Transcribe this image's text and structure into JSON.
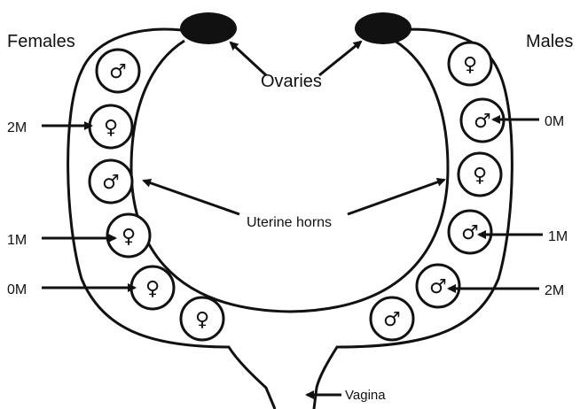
{
  "labels": {
    "females": "Females",
    "males": "Males",
    "ovaries": "Ovaries",
    "uterine_horns": "Uterine horns",
    "vagina": "Vagina"
  },
  "symbols": {
    "male": "♂",
    "female": "♀"
  },
  "left_horn_fetuses": [
    "♂",
    "♀",
    "♂",
    "♀",
    "♀",
    "♀"
  ],
  "right_horn_fetuses": [
    "♀",
    "♂",
    "♀",
    "♂",
    "♂",
    "♂"
  ],
  "left_markers": [
    "2M",
    "1M",
    "0M"
  ],
  "right_markers": [
    "0M",
    "1M",
    "2M"
  ],
  "colors": {
    "ink": "#111111",
    "background": "#ffffff"
  }
}
